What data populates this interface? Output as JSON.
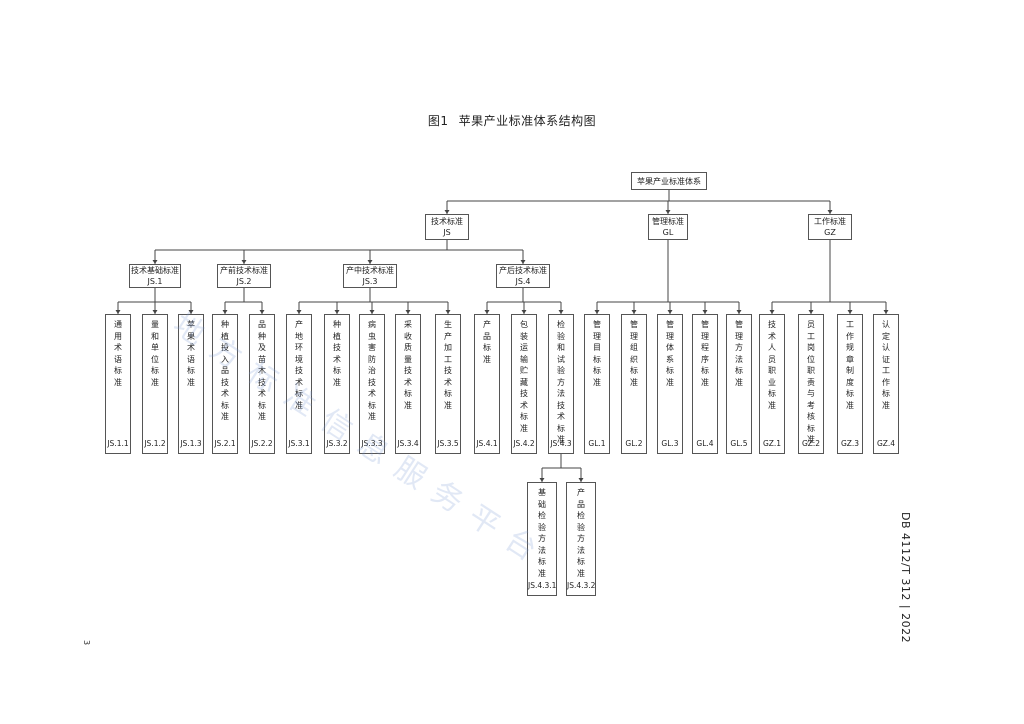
{
  "title": {
    "figure": "图1",
    "text": "苹果产业标准体系结构图"
  },
  "side_label": "DB 4112/T 312 | 2022",
  "page_number": "3",
  "watermark": "地方标准信息服务平台",
  "root": {
    "label": "苹果产业标准体系"
  },
  "categories": [
    {
      "id": "js",
      "label": "技术标准",
      "code": "JS"
    },
    {
      "id": "gl",
      "label": "管理标准",
      "code": "GL"
    },
    {
      "id": "gz",
      "label": "工作标准",
      "code": "GZ"
    }
  ],
  "subcategories": [
    {
      "id": "js1",
      "label": "技术基础标准",
      "code": "JS.1"
    },
    {
      "id": "js2",
      "label": "产前技术标准",
      "code": "JS.2"
    },
    {
      "id": "js3",
      "label": "产中技术标准",
      "code": "JS.3"
    },
    {
      "id": "js4",
      "label": "产后技术标准",
      "code": "JS.4"
    }
  ],
  "leaves": [
    {
      "label": "通用术语标准",
      "code": "JS.1.1"
    },
    {
      "label": "量和单位标准",
      "code": "JS.1.2"
    },
    {
      "label": "苹果术语标准",
      "code": "JS.1.3"
    },
    {
      "label": "种植投入品技术标准",
      "code": "JS.2.1"
    },
    {
      "label": "品种及苗木技术标准",
      "code": "JS.2.2"
    },
    {
      "label": "产地环境技术标准",
      "code": "JS.3.1"
    },
    {
      "label": "种植技术标准",
      "code": "JS.3.2"
    },
    {
      "label": "病虫害防治技术标准",
      "code": "JS.3.3"
    },
    {
      "label": "采收质量技术标准",
      "code": "JS.3.4"
    },
    {
      "label": "生产加工技术标准",
      "code": "JS.3.5"
    },
    {
      "label": "产品标准",
      "code": "JS.4.1"
    },
    {
      "label": "包装运输贮藏技术标准",
      "code": "JS.4.2"
    },
    {
      "label": "检验和试验方法技术标准",
      "code": "JS.4.3"
    },
    {
      "label": "管理目标标准",
      "code": "GL.1"
    },
    {
      "label": "管理组织标准",
      "code": "GL.2"
    },
    {
      "label": "管理体系标准",
      "code": "GL.3"
    },
    {
      "label": "管理程序标准",
      "code": "GL.4"
    },
    {
      "label": "管理方法标准",
      "code": "GL.5"
    },
    {
      "label": "技术人员职业标准",
      "code": "GZ.1"
    },
    {
      "label": "员工岗位职责与考核标准",
      "code": "GZ.2"
    },
    {
      "label": "工作规章制度标准",
      "code": "GZ.3"
    },
    {
      "label": "认定认证工作标准",
      "code": "GZ.4"
    }
  ],
  "sub_leaves": [
    {
      "label": "基础检验方法标准",
      "code": "JS.4.3.1"
    },
    {
      "label": "产品检验方法标准",
      "code": "JS.4.3.2"
    }
  ],
  "colors": {
    "line": "#444444",
    "border": "#555555"
  }
}
